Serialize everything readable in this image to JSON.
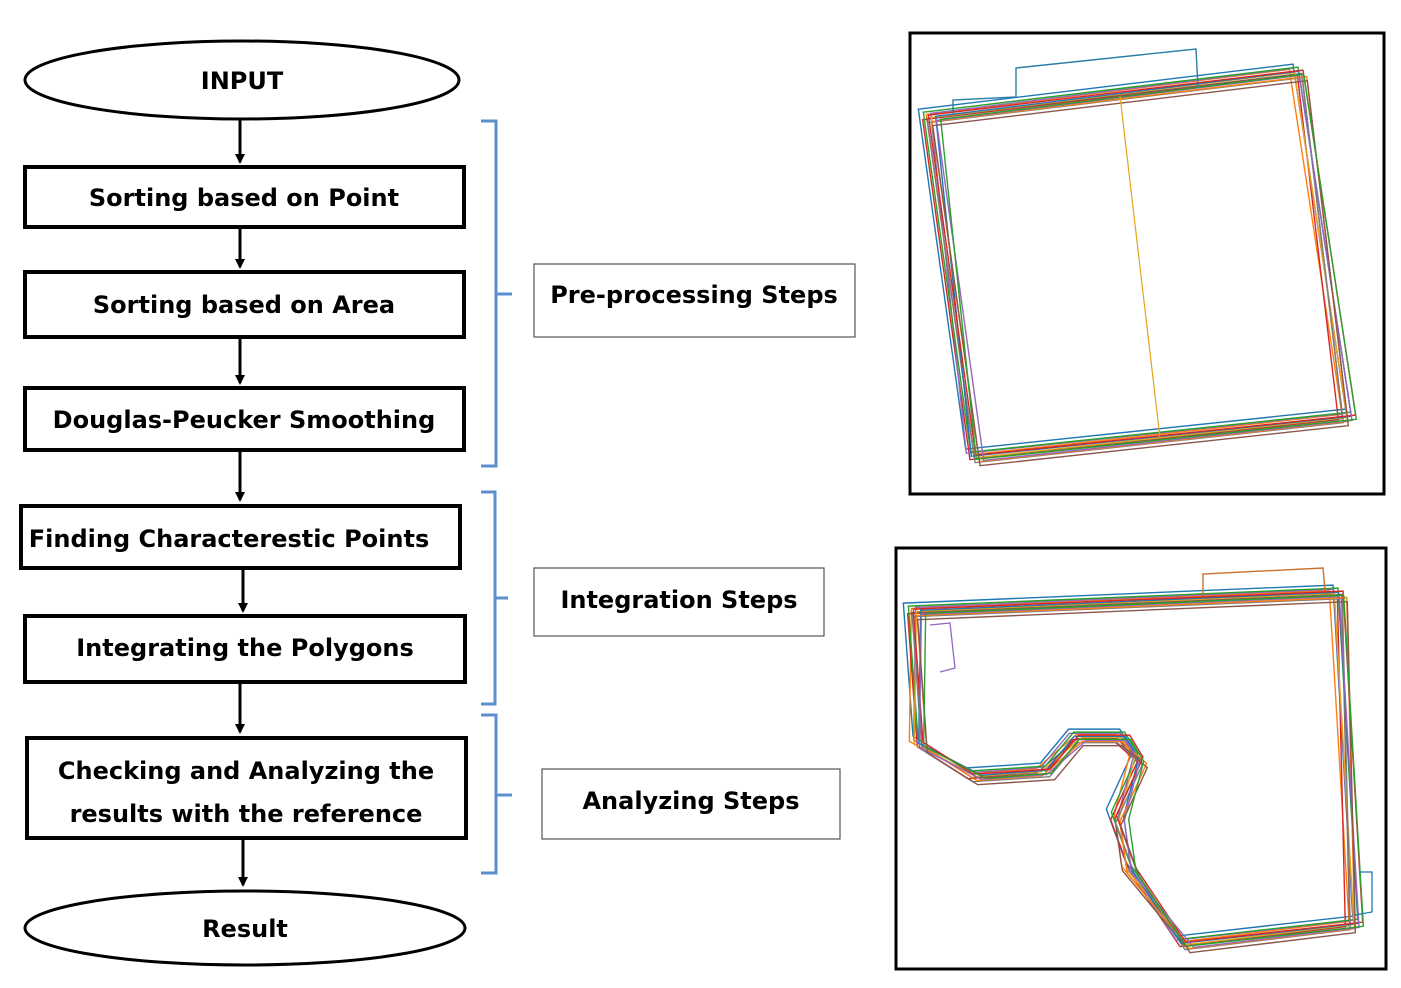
{
  "flow": {
    "start": "INPUT",
    "steps": [
      "Sorting based on Point",
      "Sorting based on Area",
      "Douglas-Peucker Smoothing",
      "Finding Characterestic Points",
      "Integrating the Polygons",
      "Checking and Analyzing the results with the reference"
    ],
    "step6_line1": "Checking and Analyzing the",
    "step6_line2": "results with the reference",
    "end": "Result"
  },
  "groups": [
    {
      "label": "Pre-processing Steps"
    },
    {
      "label": "Integration Steps"
    },
    {
      "label": "Analyzing Steps"
    }
  ],
  "colors": {
    "box_border": "#000000",
    "brace": "#5b8fd0",
    "group_border": "#555555",
    "polygon_lines": [
      "#1f77b4",
      "#ff7f0e",
      "#d62728",
      "#9467bd",
      "#8c564b",
      "#2ca02c",
      "#e6a21c",
      "#7f7f7f"
    ]
  }
}
